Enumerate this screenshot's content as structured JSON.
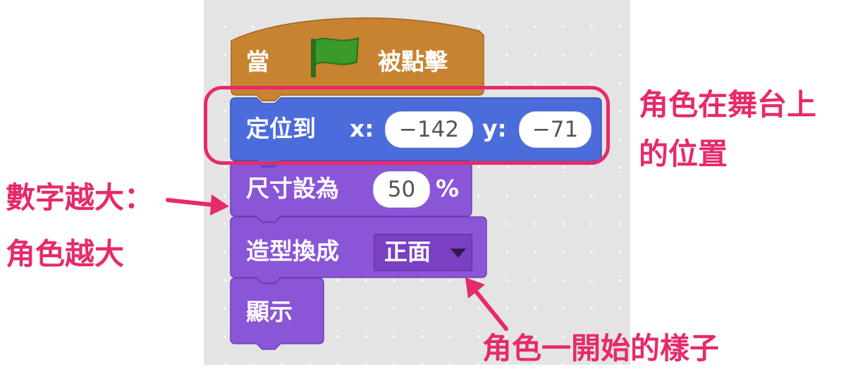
{
  "blocks": {
    "hat": {
      "prefix": "當",
      "suffix": "被點擊",
      "flag_icon": "green-flag-icon",
      "color": "#c88330"
    },
    "goto": {
      "label": "定位到",
      "x_label": "x:",
      "x_value": "−142",
      "y_label": "y:",
      "y_value": "−71",
      "color": "#4c6cdb"
    },
    "size": {
      "label": "尺寸設為",
      "value": "50",
      "unit": "%",
      "color": "#8a55d7"
    },
    "costume": {
      "label": "造型換成",
      "selected": "正面",
      "color": "#8a55d7"
    },
    "show": {
      "label": "顯示",
      "color": "#8a55d7"
    }
  },
  "annotations": {
    "position": {
      "line1": "角色在舞台上",
      "line2": "的位置"
    },
    "size": {
      "line1": "數字越大：",
      "line2": "角色越大"
    },
    "costume": {
      "line1": "角色一開始的樣子"
    },
    "color": "#e62a6b"
  }
}
